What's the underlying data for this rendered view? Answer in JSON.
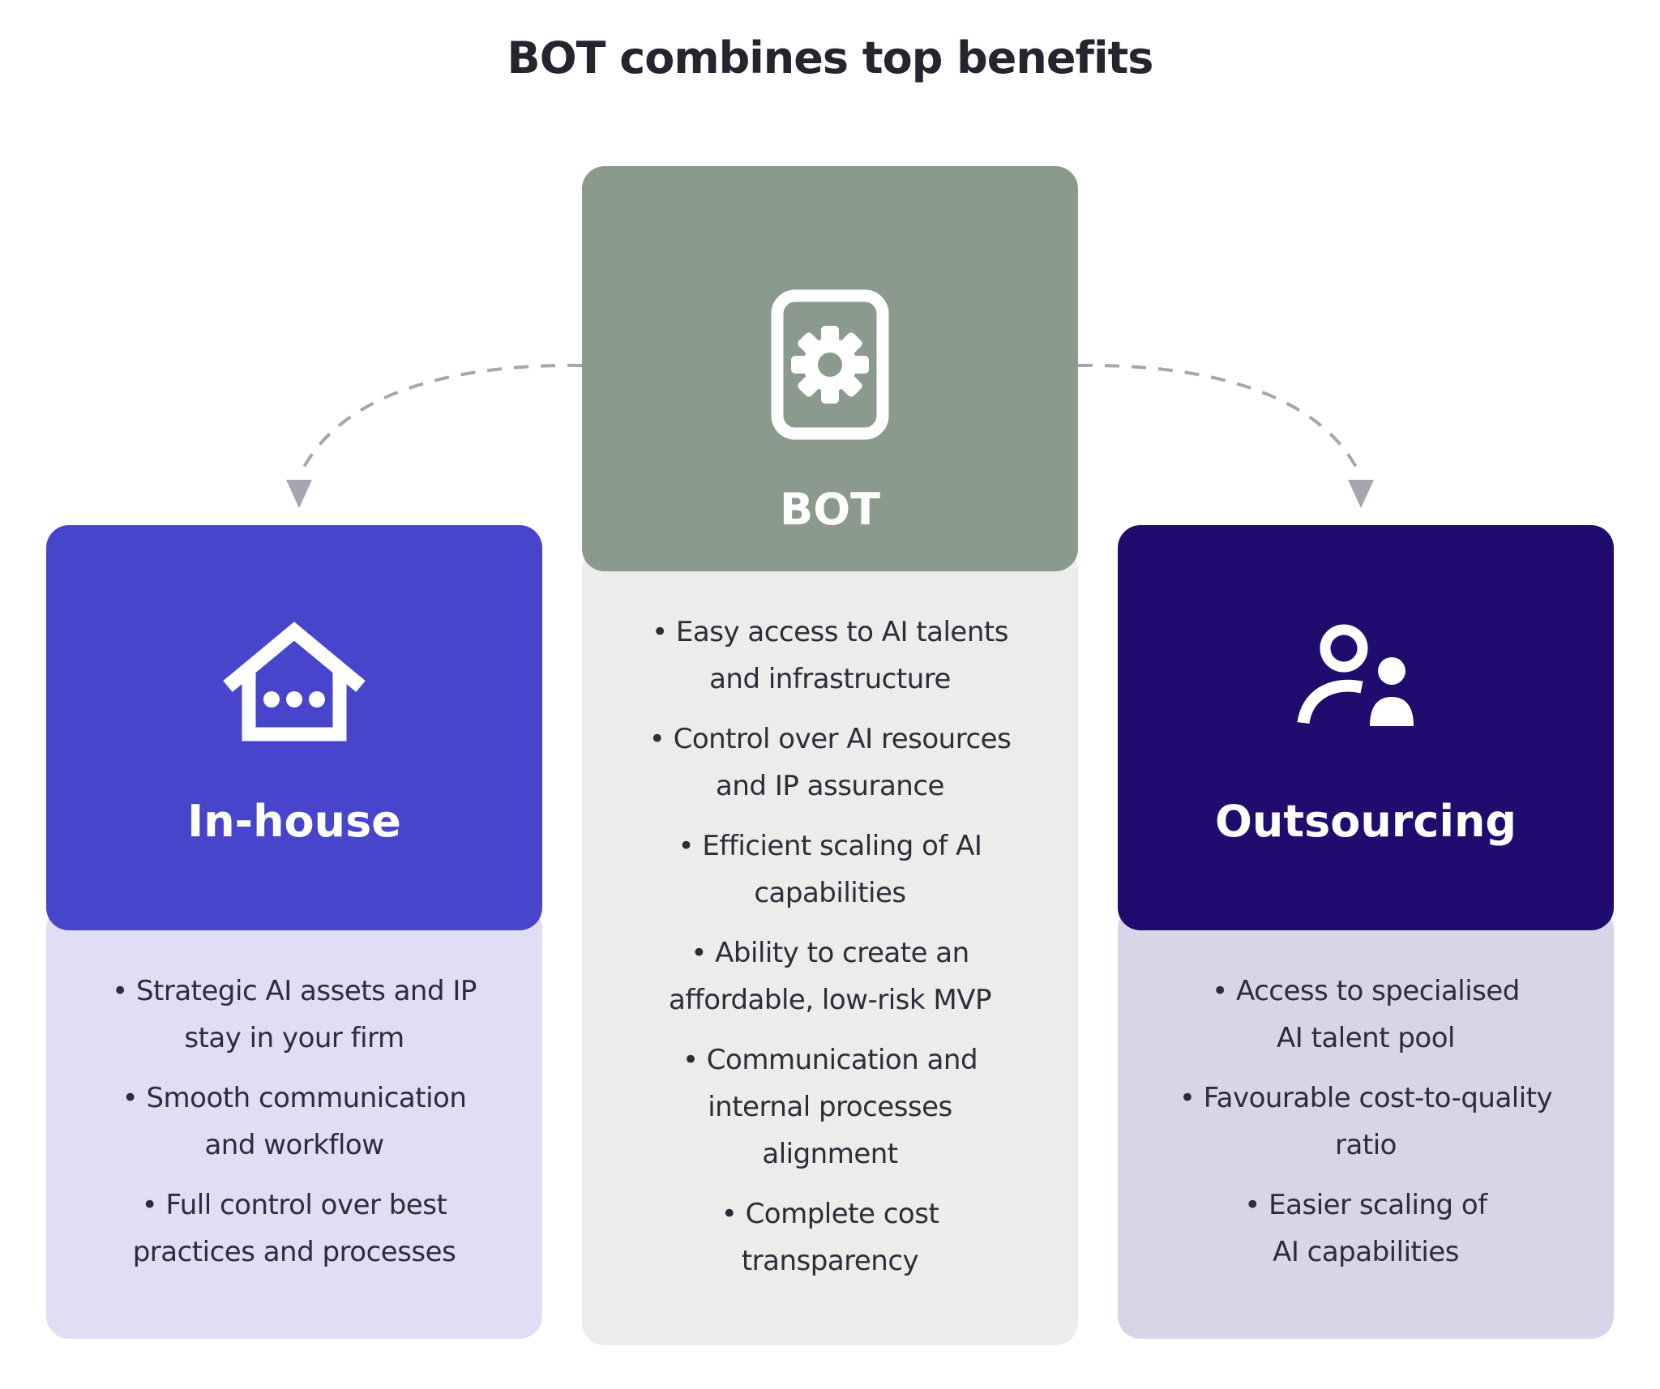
{
  "title": "BOT combines top benefits",
  "colors": {
    "bot_header": "#8A9A8C",
    "bot_body_bg": "#EBEDEB",
    "inhouse_header": "#4845CD",
    "inhouse_body_bg": "#DFDEF5",
    "outsourcing_header": "#200C6E",
    "outsourcing_body_bg": "#D8D6E6",
    "arrow": "#A6A6B2",
    "title_text": "#26242F",
    "body_text": "#2E2C39",
    "header_label_text": "#FFFFFF"
  },
  "columns": {
    "inhouse": {
      "label": "In-house",
      "icon": "house-icon",
      "bullets": [
        {
          "lines": [
            "• Strategic AI assets and IP",
            "stay in your firm"
          ]
        },
        {
          "lines": [
            "• Smooth communication",
            "and workflow"
          ]
        },
        {
          "lines": [
            "• Full control over best",
            "practices and processes"
          ]
        }
      ]
    },
    "bot": {
      "label": "BOT",
      "icon": "gear-icon",
      "bullets": [
        {
          "lines": [
            "• Easy access to AI talents",
            "and infrastructure"
          ]
        },
        {
          "lines": [
            "• Control over AI resources",
            "and IP assurance"
          ]
        },
        {
          "lines": [
            "• Efficient scaling of AI",
            "capabilities"
          ]
        },
        {
          "lines": [
            "• Ability to create an",
            "affordable, low-risk MVP"
          ]
        },
        {
          "lines": [
            "• Communication and",
            "internal processes",
            "alignment"
          ]
        },
        {
          "lines": [
            "• Complete cost",
            "transparency"
          ]
        }
      ]
    },
    "outsourcing": {
      "label": "Outsourcing",
      "icon": "people-icon",
      "bullets": [
        {
          "lines": [
            "• Access to specialised",
            "AI talent pool"
          ]
        },
        {
          "lines": [
            "• Favourable cost-to-quality",
            "ratio"
          ]
        },
        {
          "lines": [
            "• Easier scaling of",
            "AI capabilities"
          ]
        }
      ]
    }
  }
}
